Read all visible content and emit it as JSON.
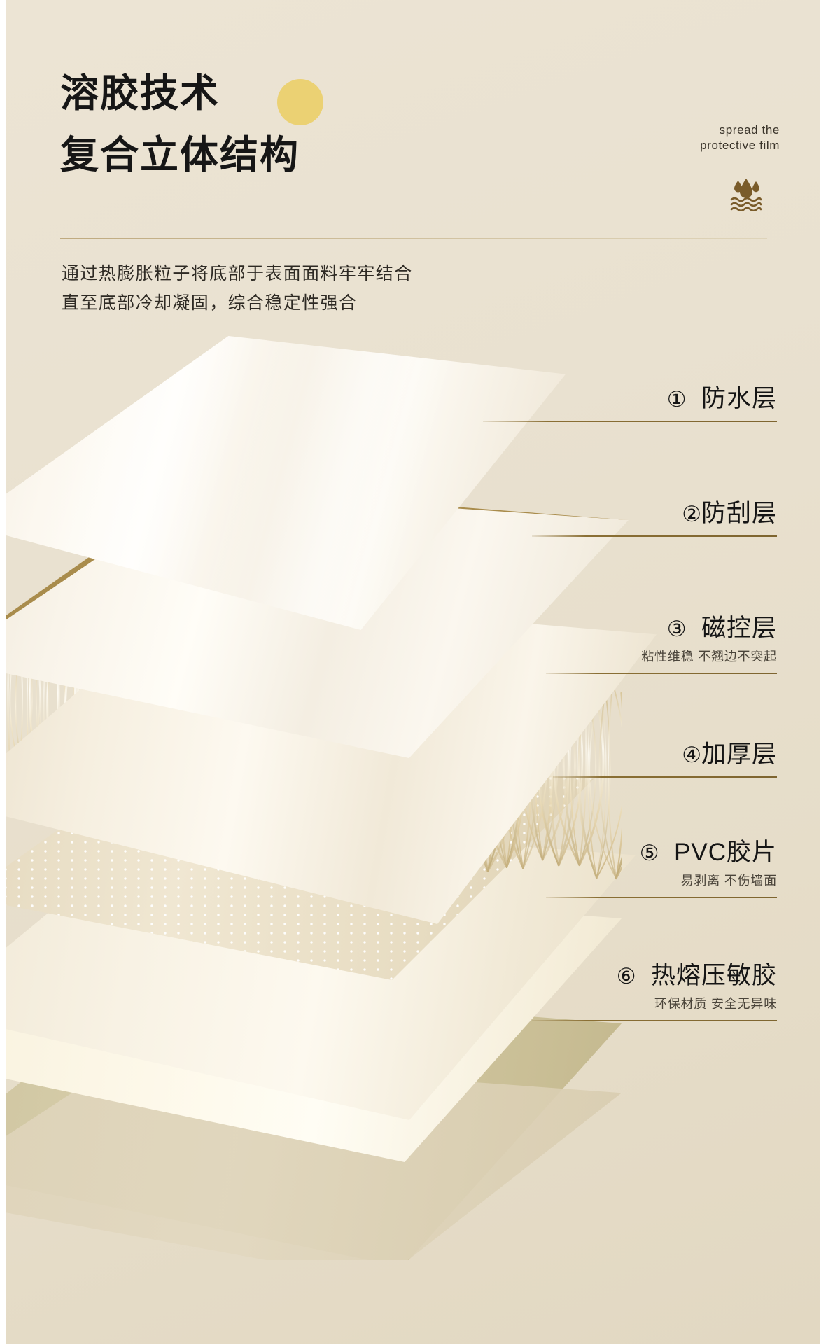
{
  "header": {
    "title_line1": "溶胶技术",
    "title_line2": "复合立体结构",
    "english_line1": "spread the",
    "english_line2": "protective film",
    "accent_circle_color": "#ebd173",
    "icon": "water-drop-waves-icon",
    "icon_color": "#7a5c2a"
  },
  "description": {
    "line1": "通过热膨胀粒子将底部于表面面料牢牢结合",
    "line2": "直至底部冷却凝固，综合稳定性强合"
  },
  "layers": [
    {
      "num": "①",
      "title": "防水层",
      "sub": ""
    },
    {
      "num": "②",
      "title": "防刮层",
      "sub": ""
    },
    {
      "num": "③",
      "title": "磁控层",
      "sub": "粘性维稳 不翘边不突起"
    },
    {
      "num": "④",
      "title": "加厚层",
      "sub": ""
    },
    {
      "num": "⑤",
      "title": "PVC胶片",
      "sub": "易剥离 不伤墙面"
    },
    {
      "num": "⑥",
      "title": "热熔压敏胶",
      "sub": "环保材质 安全无异味"
    }
  ],
  "palette": {
    "background": "#e9e1d0",
    "rule_line": "#8a6f34",
    "title_text": "#161616",
    "sheet_cream": "#fdf9f0",
    "sheet_khaki": "#cdc39f"
  }
}
